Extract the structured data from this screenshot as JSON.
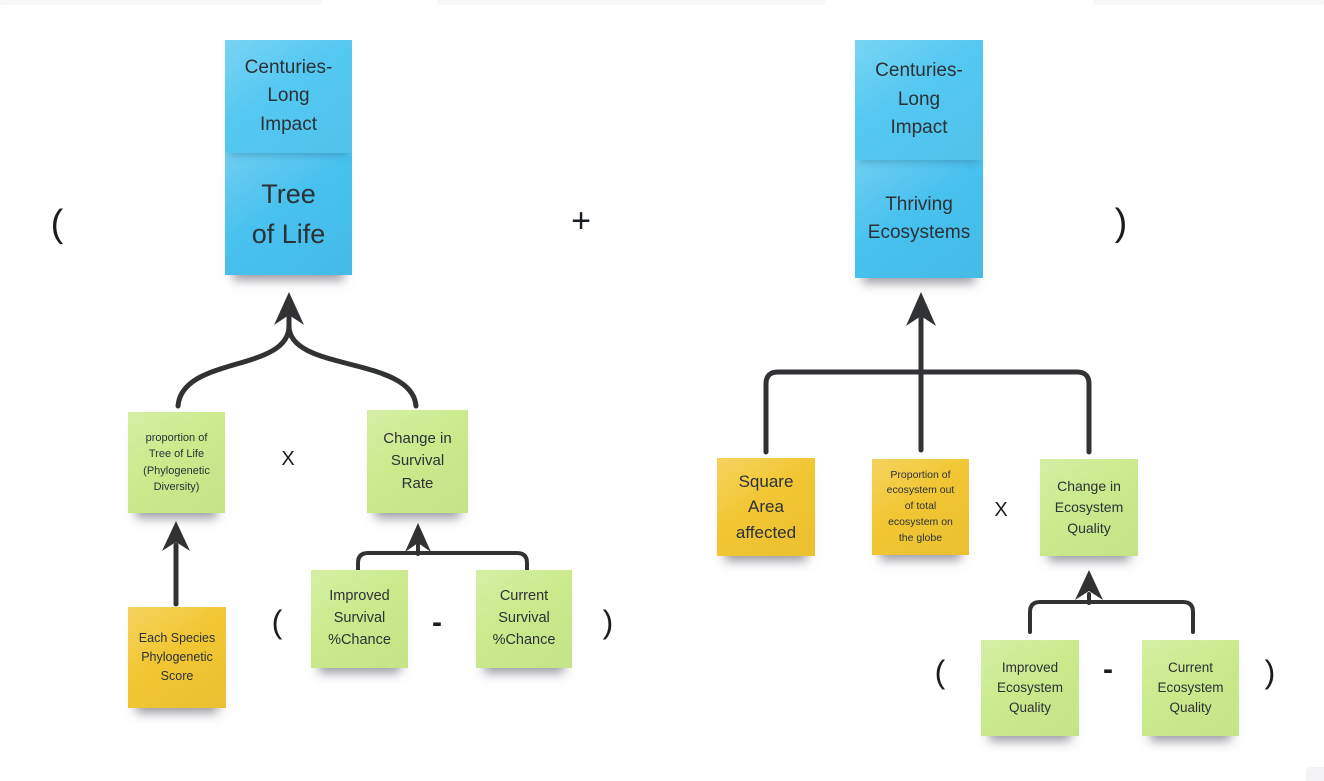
{
  "colors": {
    "note-blue-top": "#53c8f1",
    "note-blue": "#47c1ee",
    "note-green": "#cbea8c",
    "note-yellow": "#f2c632",
    "connector": "#303234",
    "operator": "#191d20",
    "text": "#2b3136"
  },
  "outer": {
    "open_paren": "(",
    "plus": "+",
    "close_paren": ")"
  },
  "left": {
    "impact_label": "Centuries-\nLong\nImpact",
    "impact_value": "Tree\nof  Life",
    "proportion": "proportion of\nTree of Life\n(Phylogenetic\nDiversity)",
    "multiply": "X",
    "change": "Change in\nSurvival\nRate",
    "species_score": "Each Species\nPhylogenetic\nScore",
    "open_paren": "(",
    "improved": "Improved\nSurvival\n%Chance",
    "minus": "-",
    "current": "Current\nSurvival\n%Chance",
    "close_paren": ")"
  },
  "right": {
    "impact_label": "Centuries-\nLong\nImpact",
    "impact_value": "Thriving\nEcosystems",
    "area": "Square\nArea\naffected",
    "proportion": "Proportion of\necosystem out\nof total\necosystem on\nthe globe",
    "multiply": "X",
    "change": "Change in\nEcosystem\nQuality",
    "open_paren": "(",
    "improved": "Improved\nEcosystem\nQuality",
    "minus": "-",
    "current": "Current\nEcosystem\nQuality",
    "close_paren": ")"
  },
  "connectors": {
    "left_merge_arrow": "two factors merge into arrow pointing at Tree of Life result",
    "left_up_arrow": "species score feeds proportion of tree of life",
    "left_bracket": "survival difference feeds change in survival rate",
    "right_tree": "three factors feed arrow pointing at Thriving Ecosystems result",
    "right_bracket": "ecosystem quality difference feeds change in ecosystem quality"
  }
}
